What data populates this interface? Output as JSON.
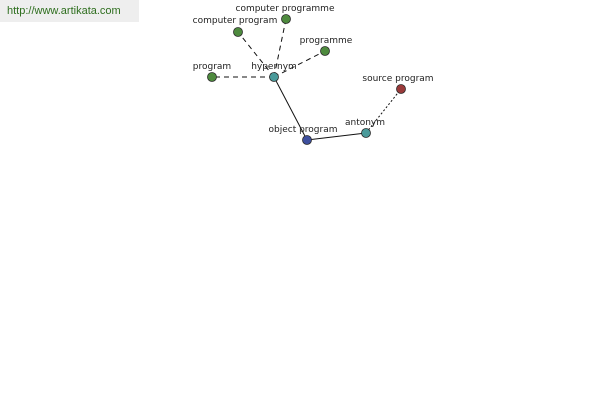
{
  "watermark": "http://www.artikata.com",
  "colors": {
    "synonym_node": "#4e8a3e",
    "relation_node": "#4a9a9a",
    "center_node": "#3e4f9e",
    "antonym_node": "#9a3a3a",
    "edge": "#111111",
    "label": "#222222"
  },
  "nodes": {
    "program": {
      "label": "program"
    },
    "computer_program": {
      "label": "computer program"
    },
    "computer_programme": {
      "label": "computer programme"
    },
    "programme": {
      "label": "programme"
    },
    "hypernym": {
      "label": "hypernym"
    },
    "object_program": {
      "label": "object program"
    },
    "antonym": {
      "label": "antonym"
    },
    "source_program": {
      "label": "source program"
    }
  },
  "edges": [
    {
      "from": "hypernym",
      "to": "program",
      "style": "dashed"
    },
    {
      "from": "hypernym",
      "to": "computer_program",
      "style": "dashed"
    },
    {
      "from": "hypernym",
      "to": "computer_programme",
      "style": "dashed"
    },
    {
      "from": "hypernym",
      "to": "programme",
      "style": "dashed"
    },
    {
      "from": "hypernym",
      "to": "object_program",
      "style": "solid"
    },
    {
      "from": "object_program",
      "to": "antonym",
      "style": "solid"
    },
    {
      "from": "antonym",
      "to": "source_program",
      "style": "dotted"
    }
  ]
}
